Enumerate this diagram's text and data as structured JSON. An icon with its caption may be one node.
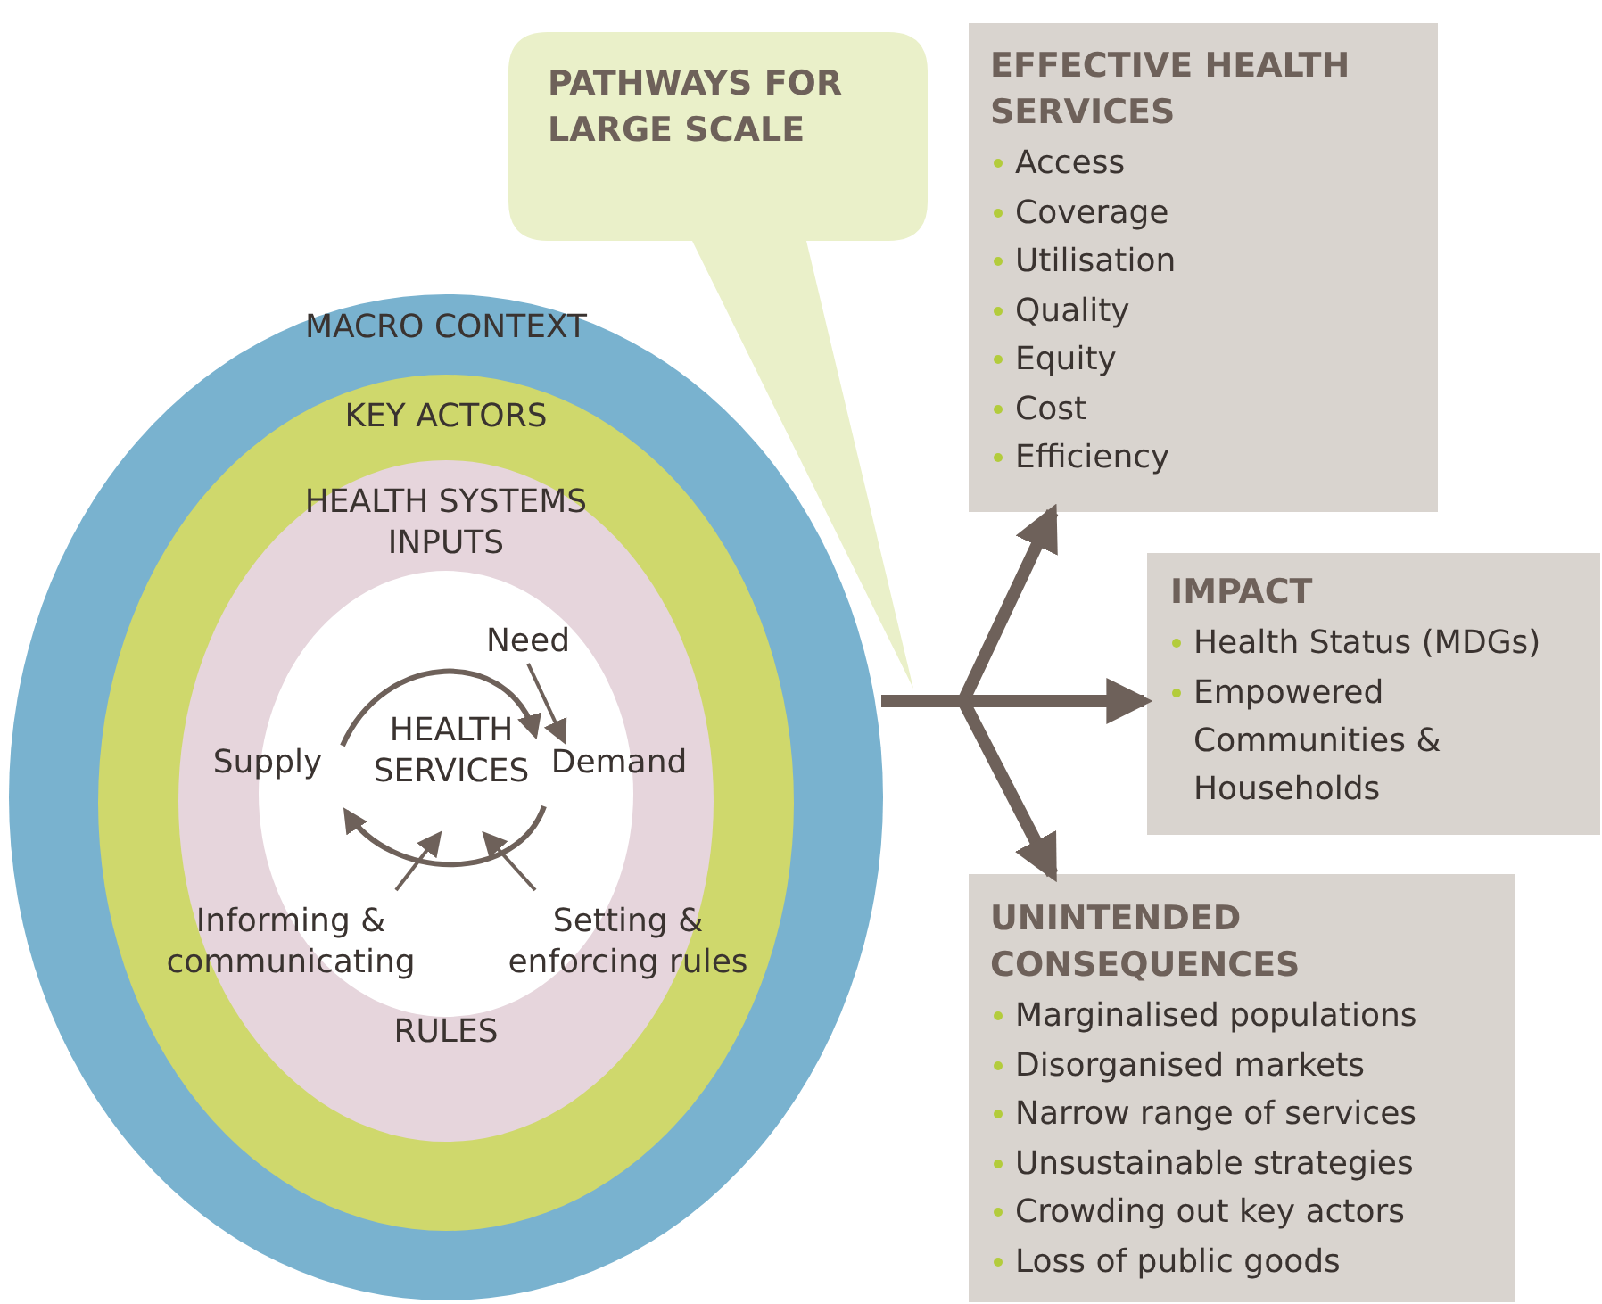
{
  "diagram": {
    "nodes": [
      {
        "text": [
          "MACRO CONTEXT"
        ]
      },
      {
        "text": [
          "KEY ACTORS"
        ],
        "in": 0
      },
      {
        "text": [
          "HEALTH SYSTEMS INPUTS",
          "RULES"
        ],
        "in": 1
      },
      {
        "text": [
          "HEALTH SERVICES"
        ],
        "in": 2
      },
      {
        "text": [
          "Need"
        ],
        "in": 2
      },
      {
        "text": [
          "Demand"
        ],
        "in": 2
      },
      {
        "text": [
          "Supply"
        ],
        "in": 2
      },
      {
        "text": [
          "Informing & communicating"
        ],
        "in": 2
      },
      {
        "text": [
          "Setting & enforcing rules"
        ],
        "in": 2
      },
      {
        "text": [
          "PATHWAYS FOR LARGE SCALE"
        ]
      },
      {
        "text": [
          "EFFECTIVE HEALTH SERVICES",
          "Access",
          "Coverage",
          "Utilisation",
          "Quality",
          "Equity",
          "Cost",
          "Efficiency"
        ]
      },
      {
        "text": [
          "IMPACT",
          "Health Status (MDGs)",
          "Empowered Communities & Households"
        ]
      },
      {
        "text": [
          "UNINTENDED CONSEQUENCES",
          "Marginalised populations",
          "Disorganised markets",
          "Narrow range of services",
          "Unsustainable strategies",
          "Crowding out key actors",
          "Loss of public goods"
        ]
      }
    ],
    "edges": [
      {
        "from": 0,
        "to": 10,
        "arrow": "to",
        "style": "thick"
      },
      {
        "from": 0,
        "to": 11,
        "arrow": "to",
        "style": "thick"
      },
      {
        "from": 0,
        "to": 12,
        "arrow": "to",
        "style": "thick"
      },
      {
        "from": 4,
        "to": 5,
        "arrow": "to"
      },
      {
        "from": 6,
        "to": 5,
        "arrow": "to"
      },
      {
        "from": 5,
        "to": 6,
        "arrow": "to"
      },
      {
        "from": 7,
        "to": 3,
        "arrow": "to"
      },
      {
        "from": 8,
        "to": 3,
        "arrow": "to"
      }
    ]
  }
}
